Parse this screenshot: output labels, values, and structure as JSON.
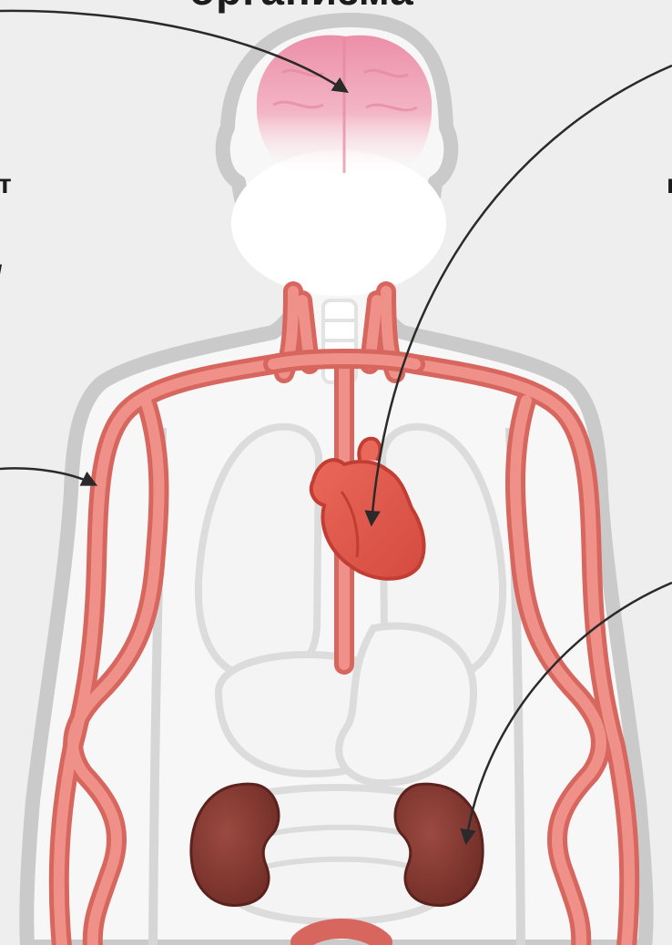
{
  "labels": {
    "title_fragment": "организма",
    "left_fragment_1": "т",
    "left_fragment_2": "/",
    "right_fragment_1": "г"
  },
  "colors": {
    "background": "#eeeeee",
    "body_outline": "#cacaca",
    "body_fill": "#f7f7f7",
    "organ_outline": "#dcdcdc",
    "vessel": "#e9837c",
    "vessel_dark": "#c9584f",
    "heart": "#e15a4e",
    "brain": "#f0a7b8",
    "kidney": "#8a3c34",
    "arrow": "#2a2a2a"
  },
  "icons": [
    "arrow-pointer-icon"
  ]
}
